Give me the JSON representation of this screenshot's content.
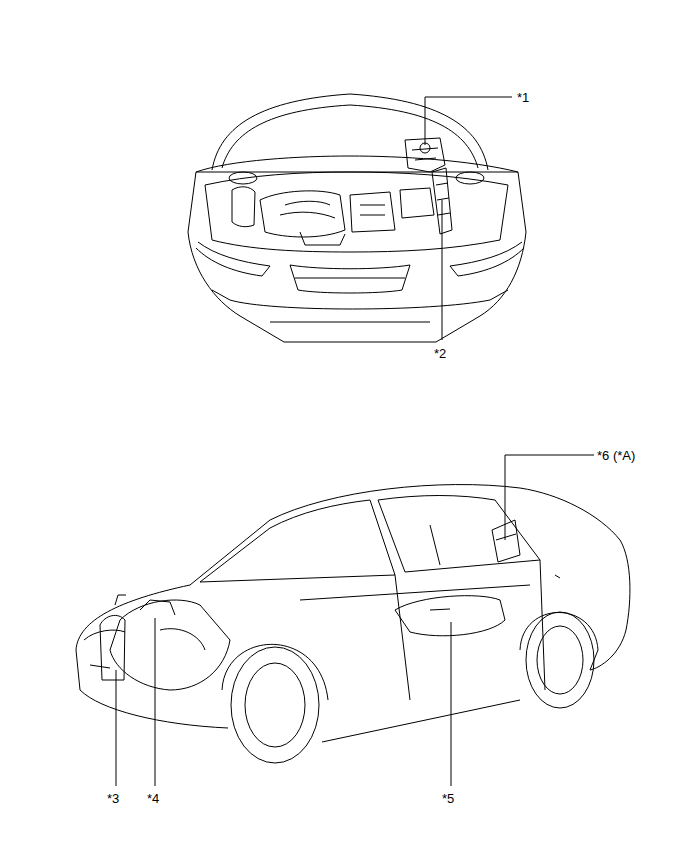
{
  "diagram": {
    "labels": [
      "*1",
      "*2",
      "*3",
      "*4",
      "*5",
      "*6 (*A)"
    ]
  }
}
